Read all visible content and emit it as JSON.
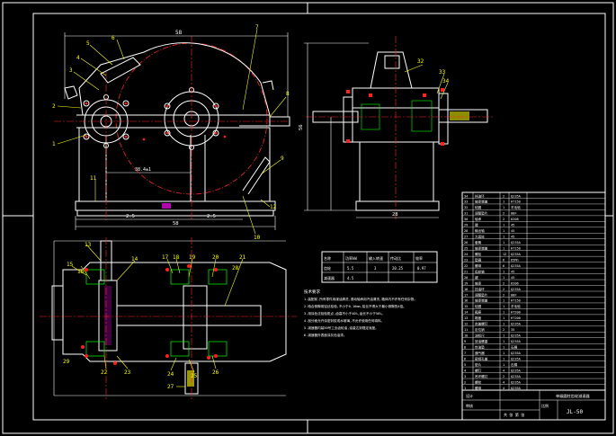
{
  "colors": {
    "background": "#000000",
    "outline": "#ffffff",
    "centerline": "#ff2020",
    "leader": "#ffff00",
    "dimension": "#ffffff",
    "hatch": "#ff00ff",
    "accent_green": "#00ff00"
  },
  "front_view": {
    "overall_width_label": "58",
    "half_width_label_left": "2.5",
    "half_width_label_right": "2.5",
    "bottom_width_label": "58",
    "inner_span_label": "38.4±1",
    "balloons": [
      "1",
      "2",
      "3",
      "4",
      "5",
      "6",
      "7",
      "8",
      "9",
      "10",
      "11",
      "12"
    ]
  },
  "side_view": {
    "height_label": "56",
    "width_label": "28",
    "balloons": [
      "32",
      "33",
      "34"
    ]
  },
  "plan_view": {
    "balloons": [
      "13",
      "14",
      "15",
      "16",
      "17",
      "18",
      "19",
      "20",
      "21",
      "22",
      "23",
      "24",
      "25",
      "26",
      "27",
      "28",
      "29"
    ]
  },
  "spec_table": {
    "headers": [
      "名称",
      "功率kW",
      "输入转速",
      "传动比",
      "效率"
    ],
    "rows": [
      [
        "齿轮",
        "5.5",
        "3",
        "20.25",
        "0.97"
      ],
      [
        "减速器",
        "4.5",
        "",
        "",
        ""
      ]
    ]
  },
  "notes": {
    "title": "技术要求",
    "lines": [
      "1.装配前,所有零件用煤油清洗,滚动轴承用汽油清洗,箱体内不许有任何杂物。",
      "2.啮合侧隙用铅丝检验,不小于0.16mm,铅丝不得大于最小侧隙的4倍。",
      "3.用涂色法检验斑点,齿高不小于40%,齿长不小于50%。",
      "4.剖分面允许涂密封胶或水玻璃,不允许使用任何填料。",
      "5.减速器内装50号工业齿轮油,油量达到规定深度。",
      "6.减速器外表面涂灰色油漆。"
    ]
  },
  "parts_list": {
    "rows": [
      {
        "no": "34",
        "name": "挡油环",
        "qty": "2",
        "material": "Q235A"
      },
      {
        "no": "33",
        "name": "轴承端盖",
        "qty": "1",
        "material": "HT150"
      },
      {
        "no": "32",
        "name": "毡圈",
        "qty": "1",
        "material": "羊毛毡"
      },
      {
        "no": "31",
        "name": "调整垫片",
        "qty": "2",
        "material": "08F"
      },
      {
        "no": "30",
        "name": "轴承",
        "qty": "2",
        "material": "6208"
      },
      {
        "no": "29",
        "name": "键",
        "qty": "1",
        "material": "45"
      },
      {
        "no": "28",
        "name": "输出轴",
        "qty": "1",
        "material": "45"
      },
      {
        "no": "27",
        "name": "大齿轮",
        "qty": "1",
        "material": "45"
      },
      {
        "no": "26",
        "name": "套筒",
        "qty": "1",
        "material": "Q235A"
      },
      {
        "no": "25",
        "name": "轴承端盖",
        "qty": "1",
        "material": "HT150"
      },
      {
        "no": "24",
        "name": "螺栓",
        "qty": "12",
        "material": "Q235A"
      },
      {
        "no": "23",
        "name": "垫圈",
        "qty": "6",
        "material": "65Mn"
      },
      {
        "no": "22",
        "name": "螺母",
        "qty": "6",
        "material": "Q235A"
      },
      {
        "no": "21",
        "name": "齿轮轴",
        "qty": "1",
        "material": "45"
      },
      {
        "no": "20",
        "name": "键",
        "qty": "1",
        "material": "45"
      },
      {
        "no": "19",
        "name": "轴承",
        "qty": "2",
        "material": "6206"
      },
      {
        "no": "18",
        "name": "挡油环",
        "qty": "2",
        "material": "Q235A"
      },
      {
        "no": "17",
        "name": "调整垫片",
        "qty": "2",
        "material": "08F"
      },
      {
        "no": "16",
        "name": "轴承端盖",
        "qty": "1",
        "material": "HT150"
      },
      {
        "no": "15",
        "name": "毡圈",
        "qty": "1",
        "material": "羊毛毡"
      },
      {
        "no": "14",
        "name": "箱座",
        "qty": "1",
        "material": "HT200"
      },
      {
        "no": "13",
        "name": "箱盖",
        "qty": "1",
        "material": "HT200"
      },
      {
        "no": "12",
        "name": "启盖螺钉",
        "qty": "1",
        "material": "Q235A"
      },
      {
        "no": "11",
        "name": "定位销",
        "qty": "2",
        "material": "35"
      },
      {
        "no": "10",
        "name": "油标尺",
        "qty": "1",
        "material": "Q235A"
      },
      {
        "no": "9",
        "name": "放油螺塞",
        "qty": "1",
        "material": "Q235A"
      },
      {
        "no": "8",
        "name": "封油垫",
        "qty": "1",
        "material": "石棉"
      },
      {
        "no": "7",
        "name": "通气器",
        "qty": "1",
        "material": "Q235A"
      },
      {
        "no": "6",
        "name": "窥视孔盖",
        "qty": "1",
        "material": "Q235A"
      },
      {
        "no": "5",
        "name": "垫片",
        "qty": "1",
        "material": "石棉"
      },
      {
        "no": "4",
        "name": "螺钉",
        "qty": "4",
        "material": "Q235A"
      },
      {
        "no": "3",
        "name": "吊环螺钉",
        "qty": "2",
        "material": "Q235A"
      },
      {
        "no": "2",
        "name": "螺栓",
        "qty": "4",
        "material": "Q235A"
      },
      {
        "no": "1",
        "name": "螺母",
        "qty": "4",
        "material": "Q235A"
      }
    ]
  },
  "title_block": {
    "drawing_name": "单级圆柱齿轮减速器",
    "drawing_no": "JL-50",
    "scale_label": "比例",
    "sheet_label": "共 张 第 张",
    "designer_label": "设计",
    "checker_label": "审核"
  }
}
